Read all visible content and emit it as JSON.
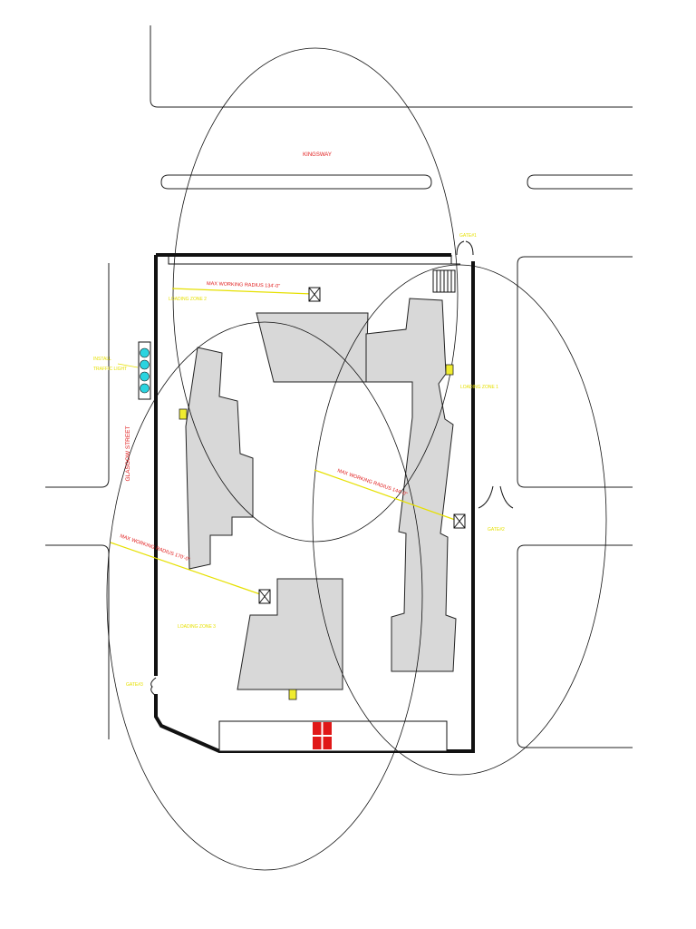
{
  "streets": {
    "north": "KINGSWAY",
    "west": "GLASGOW STREET"
  },
  "gates": {
    "gate1": "GATE#1",
    "gate2": "GATE#2",
    "gate3": "GATE#3"
  },
  "traffic_light": {
    "label_line1": "INSTALL",
    "label_line2": "TRAFFIC LIGHT"
  },
  "cranes": [
    {
      "id": "crane-1",
      "zone_label": "LOADING ZONE 1",
      "radius_label": "MAX WORKING RADIUS 144'-0\""
    },
    {
      "id": "crane-2",
      "zone_label": "LOADING ZONE 2",
      "radius_label": "MAX WORKING RADIUS 134'-0\""
    },
    {
      "id": "crane-3",
      "zone_label": "LOADING ZONE 3",
      "radius_label": "MAX WORKING RADIUS 170'-0\""
    }
  ],
  "colors": {
    "label_red": "#e01818",
    "label_yellow": "#e6e000",
    "building_fill": "#d8d8d8",
    "traffic_light": "#2ad4e0",
    "site_office": "#e01818"
  }
}
